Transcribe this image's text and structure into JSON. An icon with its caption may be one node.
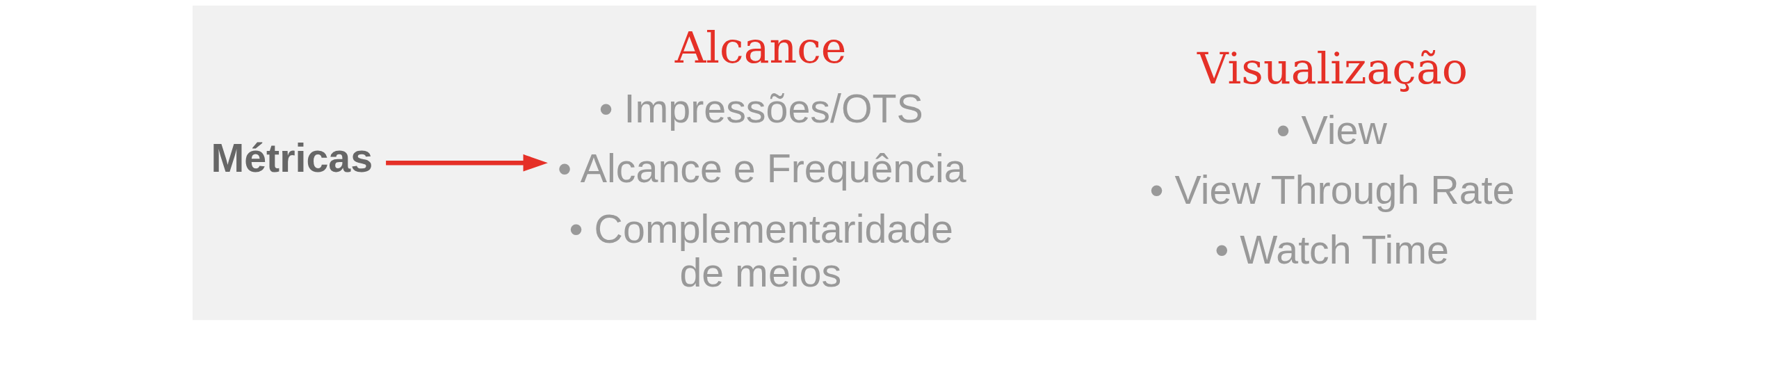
{
  "diagram": {
    "nodes": [
      {
        "text": [
          "Métricas"
        ]
      },
      {
        "text": [
          "Alcance",
          "• Impressões/OTS",
          "• Alcance e Frequência",
          "• Complementaridade de meios"
        ]
      },
      {
        "text": [
          "Visualização",
          "• View",
          "• View Through Rate",
          "• Watch Time"
        ]
      }
    ],
    "edges": [
      {
        "from": 0,
        "to": 1,
        "arrow": "to",
        "color": "#e53027"
      }
    ]
  }
}
